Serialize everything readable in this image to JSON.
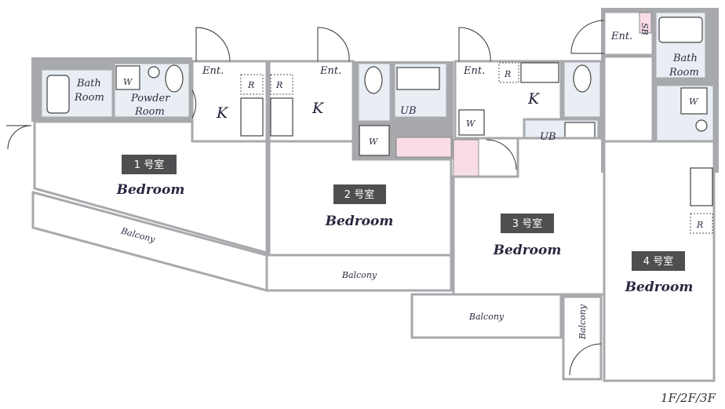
{
  "title": "Floor plan",
  "floors_label": "1F/2F/3F",
  "colors": {
    "wall": "#a7a9ac",
    "wet_area": "#e9eef5",
    "closet": "#f8dde6",
    "badge": "#4f4f52"
  },
  "units": [
    {
      "room_number": "1 号室",
      "bedroom": "Bedroom",
      "kitchen": "K",
      "entrance": "Ent.",
      "bath": [
        "Bath",
        "Room"
      ],
      "powder": [
        "Powder",
        "Room"
      ],
      "washer": "W",
      "fridge": "R",
      "balcony": "Balcony"
    },
    {
      "room_number": "2 号室",
      "bedroom": "Bedroom",
      "kitchen": "K",
      "entrance": "Ent.",
      "unit_bath": "UB",
      "washer": "W",
      "fridge": "R",
      "balcony": "Balcony"
    },
    {
      "room_number": "3 号室",
      "bedroom": "Bedroom",
      "kitchen": "K",
      "entrance": "Ent.",
      "unit_bath": "UB",
      "washer": "W",
      "fridge": "R",
      "balcony": "Balcony",
      "balcony_side": "Balcony"
    },
    {
      "room_number": "4 号室",
      "bedroom": "Bedroom",
      "entrance": "Ent.",
      "shoe_box": "SB",
      "bath": [
        "Bath",
        "Room"
      ],
      "washer": "W",
      "fridge": "R"
    }
  ]
}
